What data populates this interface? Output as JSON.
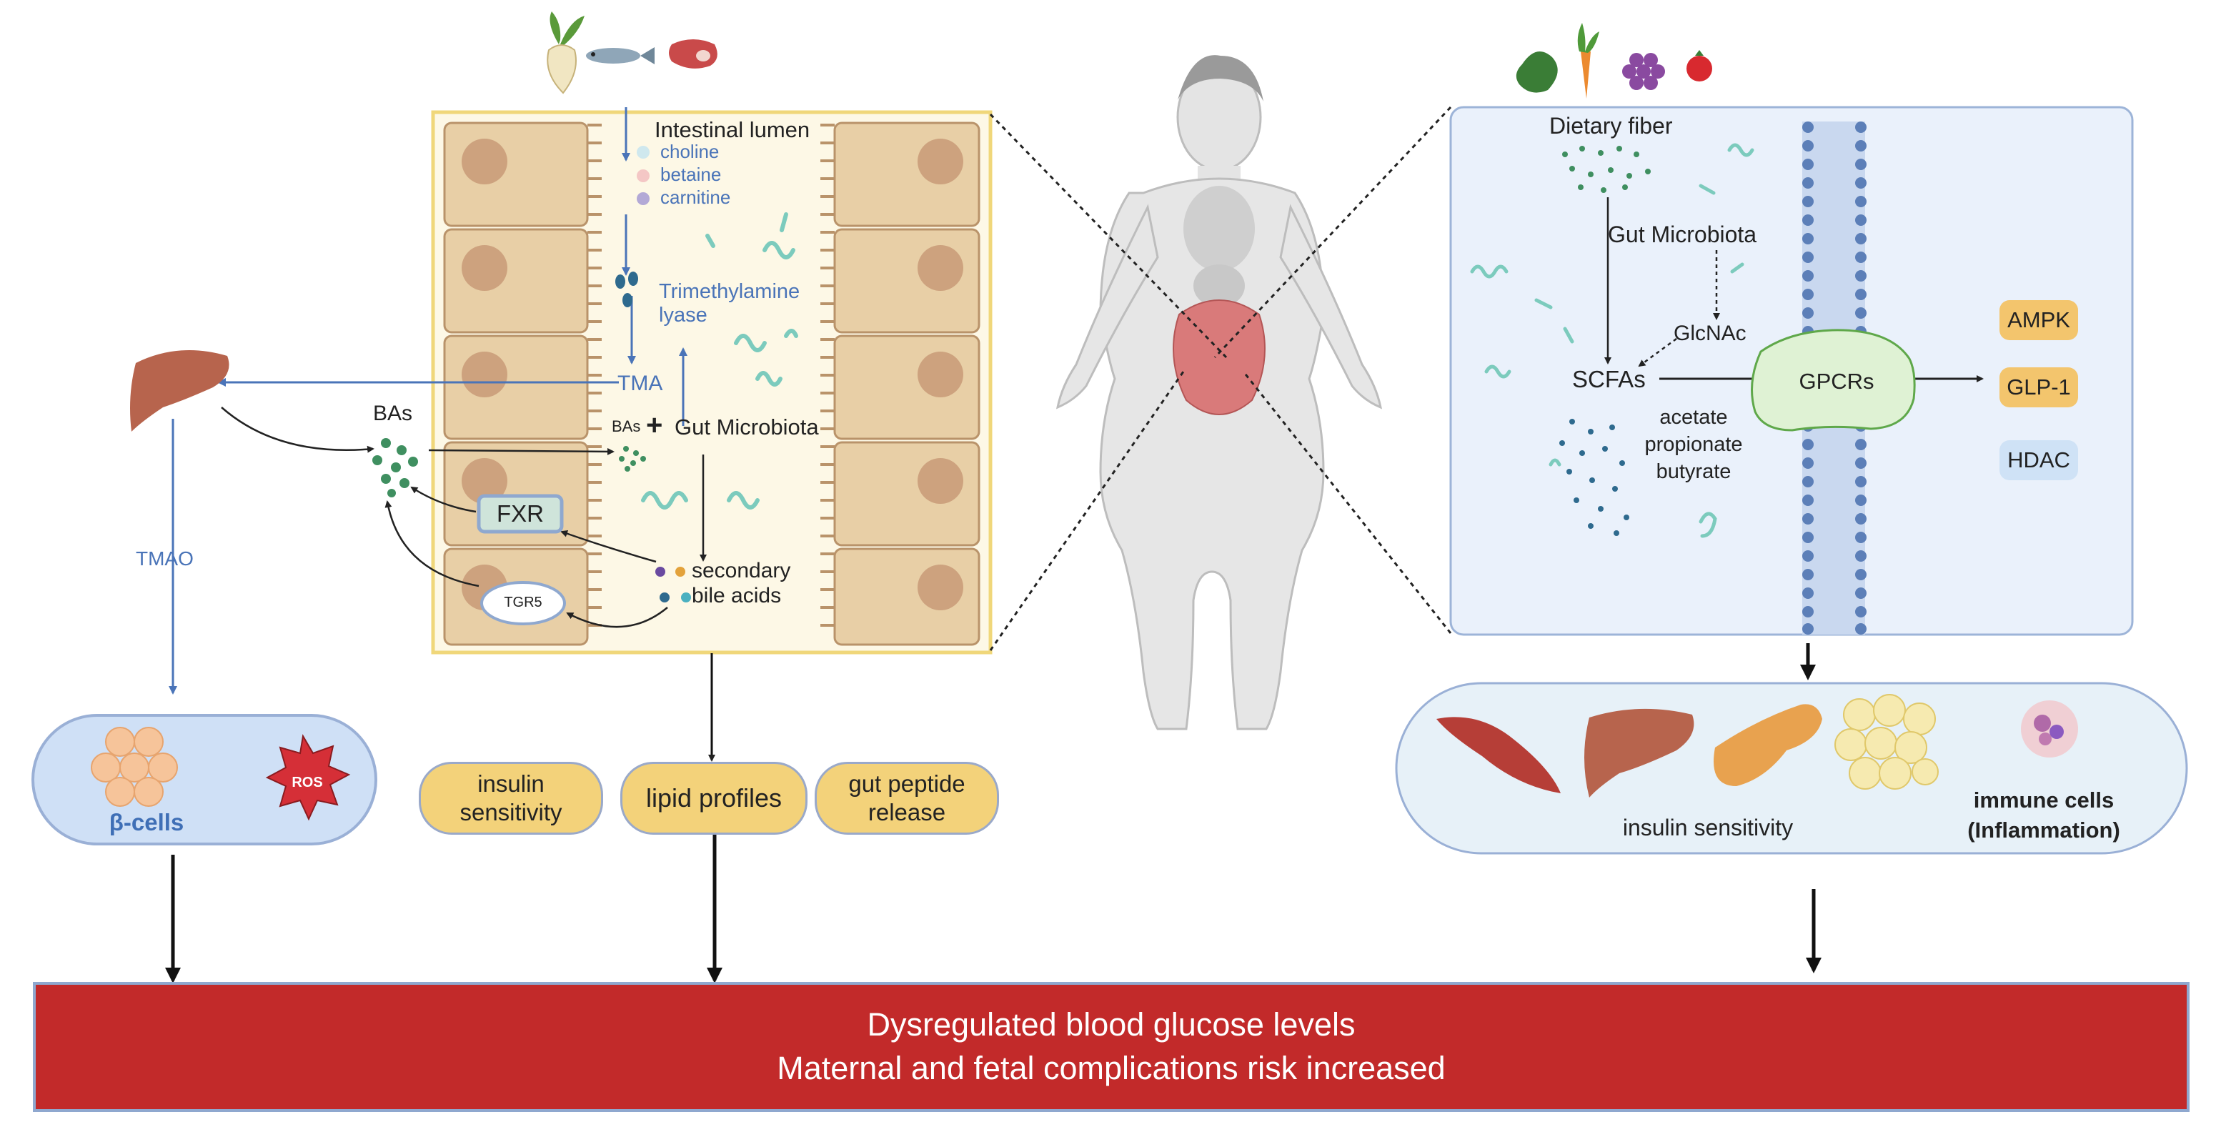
{
  "lumen": {
    "title": "Intestinal lumen",
    "nutrients": [
      "choline",
      "betaine",
      "carnitine"
    ],
    "enzyme": "Trimethylamine lyase",
    "tma": "TMA",
    "bas_small": "BAs",
    "plus": "+",
    "gut_microbiota": "Gut Microbiota",
    "secondary_bile_acids": "secondary bile acids",
    "fxr": "FXR",
    "tgr5": "TGR5"
  },
  "left": {
    "bas": "BAs",
    "tmao": "TMAO",
    "beta_cells": "β-cells",
    "ros": "ROS"
  },
  "outcomes_mid": {
    "insulin_sensitivity": "insulin sensitivity",
    "lipid_profiles": "lipid profiles",
    "gut_peptide_release": "gut peptide release"
  },
  "right": {
    "dietary_fiber": "Dietary fiber",
    "gut_microbiota": "Gut Microbiota",
    "glcnac": "GlcNAc",
    "scfas": "SCFAs",
    "scfa_types": [
      "acetate",
      "propionate",
      "butyrate"
    ],
    "gpcrs": "GPCRs",
    "targets": [
      "AMPK",
      "GLP-1",
      "HDAC"
    ],
    "insulin_sensitivity": "insulin sensitivity",
    "immune_cells": "immune cells",
    "inflammation": "(Inflammation)"
  },
  "banner": {
    "line1": "Dysregulated blood glucose levels",
    "line2": "Maternal and fetal complications risk increased"
  },
  "colors": {
    "lumen_border": "#f0d77a",
    "lumen_fill": "#fdf8e6",
    "cell_fill": "#e8cfa6",
    "cell_border": "#b9936a",
    "nucleus": "#cda27e",
    "right_panel_fill": "#eaf1fb",
    "right_panel_border": "#9db4d8",
    "blue_arrow": "#4a74b8",
    "pill_fill": "#f3d27a",
    "banner_fill": "#c22a2a",
    "beta_box_fill": "#cfe0f6",
    "gpcr_fill": "#dff2d4",
    "hdac_fill": "#cfe2f6",
    "ros_fill": "#d52f37",
    "liver": "#b7644d",
    "muscle": "#b63e37",
    "pancreas": "#e8a24f",
    "adipose": "#f6eab0",
    "body": "#e3e3e3",
    "intestine": "#d97a7a"
  },
  "icons": [
    "beet-icon",
    "fish-icon",
    "meat-icon",
    "lettuce-icon",
    "carrot-icon",
    "grapes-icon",
    "tomato-icon",
    "liver-icon",
    "muscle-icon",
    "pancreas-icon",
    "adipose-icon",
    "immune-cell-icon",
    "bacteria-icon",
    "membrane-icon",
    "human-body-icon"
  ]
}
